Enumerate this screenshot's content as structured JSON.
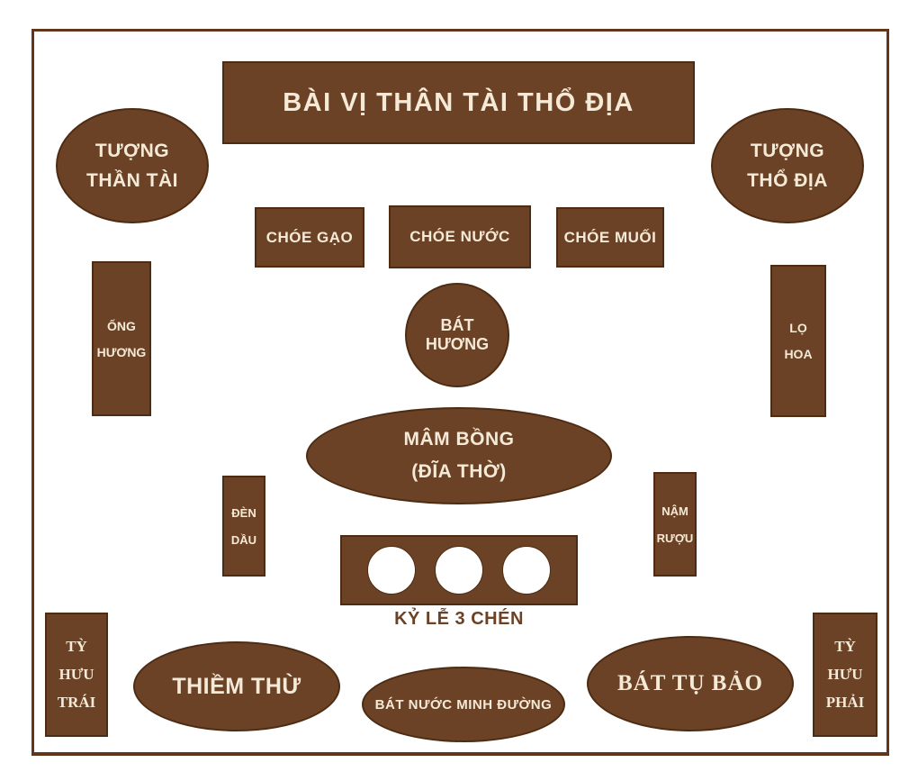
{
  "colors": {
    "shape_fill": "#6b4226",
    "shape_border": "#4d2c13",
    "frame_border": "#63351a",
    "text_light": "#f5ead7",
    "caption_text": "#6b4226",
    "background": "#ffffff"
  },
  "items": {
    "tablet": {
      "label": "BÀI VỊ THÂN TÀI THỔ ĐỊA"
    },
    "statue_than_tai": {
      "line1": "TƯỢNG",
      "line2": "THẦN TÀI"
    },
    "statue_tho_dia": {
      "line1": "TƯỢNG",
      "line2": "THỔ ĐỊA"
    },
    "choe_gao": {
      "label": "CHÓE GẠO"
    },
    "choe_nuoc": {
      "label": "CHÓE NƯỚC"
    },
    "choe_muoi": {
      "label": "CHÓE MUỐI"
    },
    "ong_huong": {
      "line1": "ỐNG",
      "line2": "HƯƠNG"
    },
    "lo_hoa": {
      "line1": "LỌ",
      "line2": "HOA"
    },
    "bat_huong": {
      "label": "BÁT HƯƠNG"
    },
    "mam_bong": {
      "line1": "MÂM BỒNG",
      "line2": "(ĐĨA THỜ)"
    },
    "den_dau": {
      "line1": "ĐÈN",
      "line2": "DẦU"
    },
    "nam_ruou": {
      "line1": "NẬM",
      "line2": "RƯỢU"
    },
    "ky_le": {
      "caption": "KỶ LỄ 3 CHÉN",
      "cup_count": 3
    },
    "ty_huu_trai": {
      "line1": "TỲ",
      "line2": "HƯU",
      "line3": "TRÁI"
    },
    "thiem_thu": {
      "label": "THIỀM THỪ"
    },
    "bat_nuoc_minh_duong": {
      "label": "BÁT NƯỚC MINH ĐƯỜNG"
    },
    "bat_tu_bao": {
      "label": "BÁT TỤ BẢO"
    },
    "ty_huu_phai": {
      "line1": "TỲ",
      "line2": "HƯU",
      "line3": "PHẢI"
    }
  }
}
